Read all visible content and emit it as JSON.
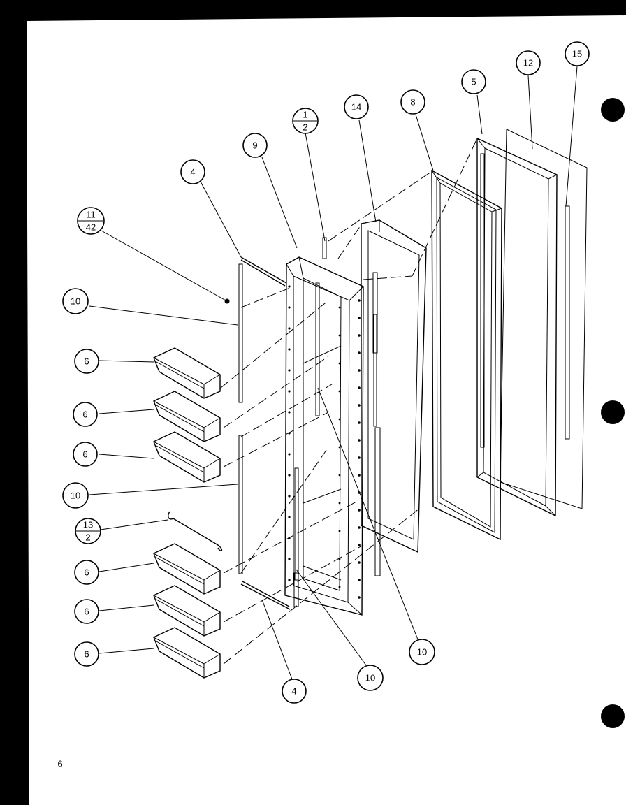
{
  "page_number": "6",
  "callouts": {
    "c4a": "4",
    "c9": "9",
    "c1_2_top": "1",
    "c1_2_bot": "2",
    "c11_42_top": "11",
    "c11_42_bot": "42",
    "c14": "14",
    "c8": "8",
    "c5": "5",
    "c12": "12",
    "c15": "15",
    "c10a": "10",
    "c6a": "6",
    "c6b": "6",
    "c6c": "6",
    "c10b": "10",
    "c13_2_top": "13",
    "c13_2_bot": "2",
    "c6d": "6",
    "c6e": "6",
    "c6f": "6",
    "c4b": "4",
    "c10c": "10",
    "c10d": "10"
  }
}
